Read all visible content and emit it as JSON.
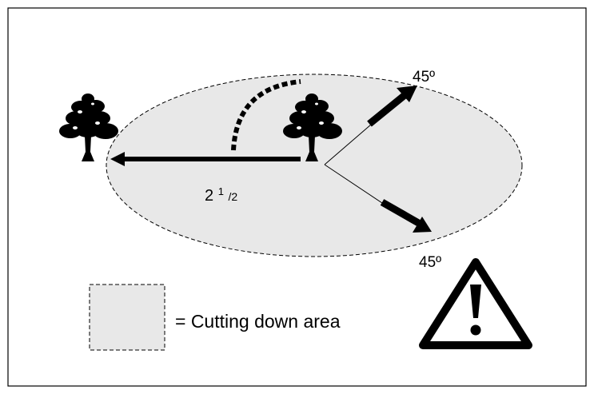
{
  "labels": {
    "distance_main": "2 ",
    "distance_fraction_num": "1",
    "distance_fraction_den": "/2",
    "angle_upper": "45º",
    "angle_lower": "45º",
    "legend_text": "= Cutting down area"
  },
  "icons": {
    "warning": "warning-triangle-icon",
    "tree": "tree-icon"
  },
  "colors": {
    "area_fill": "#e8e8e8",
    "ink": "#000000",
    "background": "#ffffff"
  }
}
